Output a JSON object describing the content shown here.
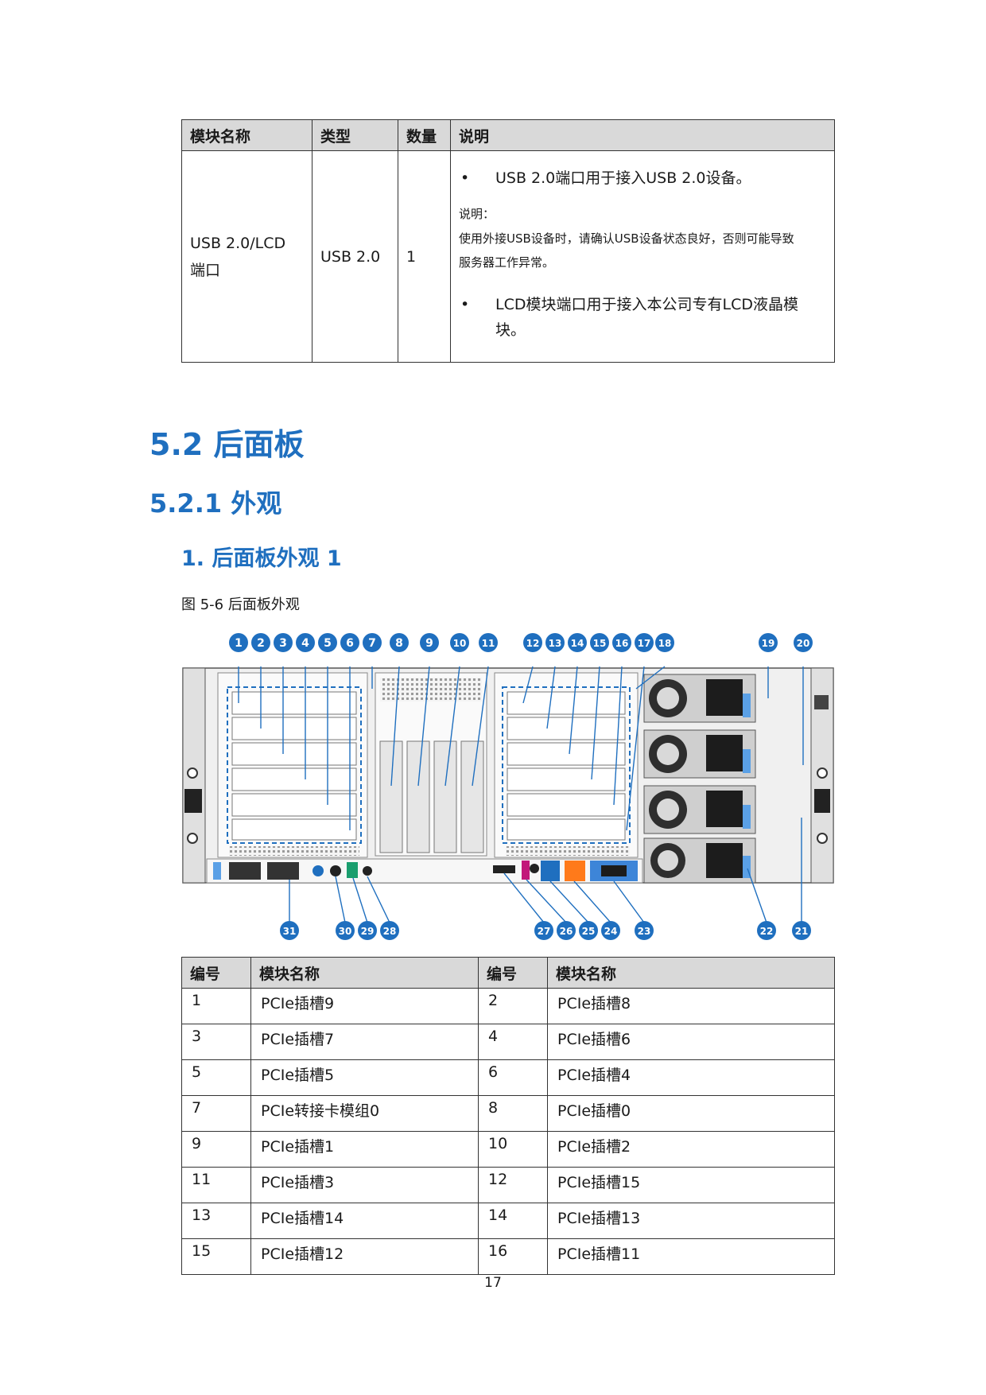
{
  "top_table": {
    "headers": [
      "模块名称",
      "类型",
      "数量",
      "说明"
    ],
    "row": {
      "name_line1": "USB 2.0/LCD",
      "name_line2": "端口",
      "type": "USB 2.0",
      "count": "1",
      "bullet_symbol": "•",
      "desc1": "USB 2.0端口用于接入USB 2.0设备。",
      "note_title": "说明：",
      "note_line1": "使用外接USB设备时，请确认USB设备状态良好，否则可能导致",
      "note_line2": "服务器工作异常。",
      "desc2_line1": "LCD模块端口用于接入本公司专有LCD液晶模",
      "desc2_line2": "块。"
    }
  },
  "section": {
    "h1": "5.2  后面板",
    "h2": "5.2.1  外观",
    "h3": "1. 后面板外观 1",
    "caption": "图 5-6  后面板外观"
  },
  "figure": {
    "callouts_top": [
      "1",
      "2",
      "3",
      "4",
      "5",
      "6",
      "7",
      "8",
      "9",
      "10",
      "11",
      "12",
      "13",
      "14",
      "15",
      "16",
      "17",
      "18",
      "19",
      "20"
    ],
    "callouts_bottom": [
      "31",
      "30",
      "29",
      "28",
      "27",
      "26",
      "25",
      "24",
      "23",
      "22",
      "21"
    ],
    "callout_color": "#1f6fbf"
  },
  "number_table": {
    "headers": [
      "编号",
      "模块名称",
      "编号",
      "模块名称"
    ],
    "rows": [
      [
        "1",
        "PCIe插槽9",
        "2",
        "PCIe插槽8"
      ],
      [
        "3",
        "PCIe插槽7",
        "4",
        "PCIe插槽6"
      ],
      [
        "5",
        "PCIe插槽5",
        "6",
        "PCIe插槽4"
      ],
      [
        "7",
        "PCIe转接卡模组0",
        "8",
        "PCIe插槽0"
      ],
      [
        "9",
        "PCIe插槽1",
        "10",
        "PCIe插槽2"
      ],
      [
        "11",
        "PCIe插槽3",
        "12",
        "PCIe插槽15"
      ],
      [
        "13",
        "PCIe插槽14",
        "14",
        "PCIe插槽13"
      ],
      [
        "15",
        "PCIe插槽12",
        "16",
        "PCIe插槽11"
      ]
    ]
  },
  "page_number": "17"
}
